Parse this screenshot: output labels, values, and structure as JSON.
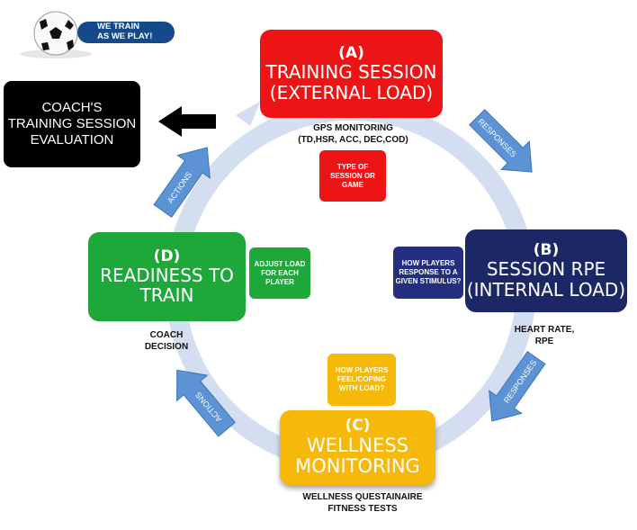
{
  "badge": {
    "line1": "WE TRAIN",
    "line2": "AS WE PLAY!",
    "color": "#154a8a"
  },
  "coach_evaluation": {
    "lines": [
      "COACH'S",
      "TRAINING SESSION",
      "EVALUATION"
    ]
  },
  "nodes": {
    "a": {
      "letter": "(A)",
      "title": [
        "TRAINING SESSION",
        "(EXTERNAL LOAD)"
      ],
      "color": "#ec1414",
      "caption": [
        "GPS MONITORING",
        "(TD,HSR, ACC, DEC,COD)"
      ],
      "note": [
        "TYPE OF",
        "SESSION OR",
        "GAME"
      ]
    },
    "b": {
      "letter": "(B)",
      "title": [
        "SESSION RPE",
        "(INTERNAL LOAD)"
      ],
      "color": "#1c2766",
      "caption": [
        "HEART RATE,",
        "RPE"
      ],
      "note": [
        "HOW PLAYERS",
        "RESPONSE TO A",
        "GIVEN STIMULUS?"
      ]
    },
    "c": {
      "letter": "(C)",
      "title": [
        "WELLNESS",
        "MONITORING"
      ],
      "color": "#f6b90a",
      "caption": [
        "WELLNESS QUESTAINAIRE",
        "FITNESS TESTS"
      ],
      "note": [
        "HOW PLAYERS",
        "FEEL/COPING",
        "WITH LOAD?"
      ]
    },
    "d": {
      "letter": "(D)",
      "title": [
        "READINESS TO",
        "TRAIN"
      ],
      "color": "#1ea83a",
      "caption": [
        "COACH",
        "DECISION"
      ],
      "note": [
        "ADJUST LOAD",
        "FOR EACH",
        "PLAYER"
      ]
    }
  },
  "arrows": {
    "a_to_b": "RESPONSES",
    "b_to_c": "RESPONSES",
    "c_to_d": "ACTIONS",
    "d_to_a": "ACTIONS"
  },
  "colors": {
    "ring": "#c9d6ee",
    "arrow": "#5b93d4",
    "arrow_border": "#3f74b5"
  }
}
